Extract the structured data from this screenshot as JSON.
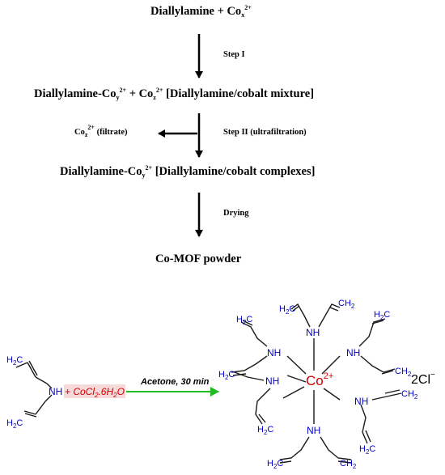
{
  "flowchart": {
    "start": {
      "main": "Diallylamine + Co",
      "sub": "x",
      "sup": "2+"
    },
    "step1_label": "Step I",
    "mixture": {
      "part1": "Diallylamine-Co",
      "sub1": "y",
      "sup1": "2+",
      "part2": " + Co",
      "sub2": "z",
      "sup2": "2+",
      "part3": " [Diallylamine/cobalt mixture]"
    },
    "filtrate": {
      "main": "Co",
      "sub": "z",
      "sup": "2+",
      "rest": " (filtrate)"
    },
    "step2_label": "Step II (ultrafiltration)",
    "complexes": {
      "part1": "Diallylamine-Co",
      "sub1": "y",
      "sup1": "2+",
      "part2": " [Diallylamine/cobalt complexes]"
    },
    "drying_label": "Drying",
    "product": "Co-MOF powder"
  },
  "reaction": {
    "reagent_plus": "+ ",
    "reagent": "CoCl",
    "reagent_sub": "2",
    "reagent_rest": ".6H",
    "reagent_sub2": "2",
    "reagent_end": "O",
    "conditions": "Acetone, 30 min",
    "center": "Co",
    "center_charge": "2+",
    "counter_ion": "2Cl",
    "counter_charge": "−",
    "amine": "NH",
    "methylene": "H",
    "methylene_sub": "2",
    "methylene_c": "C",
    "methylene_rev": "CH",
    "methylene_rev_sub": "2",
    "colors": {
      "bond": "#1a1a1a",
      "label": "#0000cc",
      "cobalt": "#cc0000",
      "arrow": "#22bb22",
      "highlight": "#f6d9d9"
    }
  }
}
